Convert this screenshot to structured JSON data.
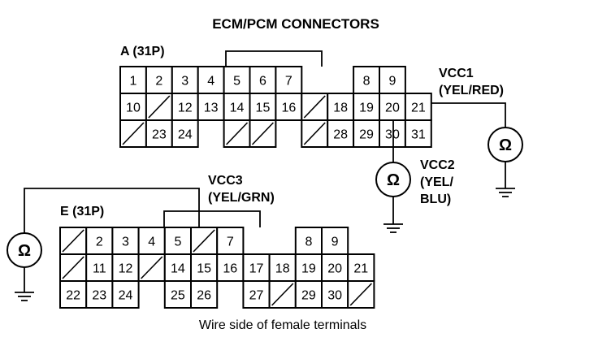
{
  "title": "ECM/PCM CONNECTORS",
  "caption": "Wire side of female terminals",
  "connector_a": {
    "label": "A (31P)",
    "rows": [
      [
        "1",
        "2",
        "3",
        "4",
        "5",
        "6",
        "7",
        "",
        "",
        "8",
        "9"
      ],
      [
        "10",
        "/",
        "12",
        "13",
        "14",
        "15",
        "16",
        "/",
        "18",
        "19",
        "20",
        "21"
      ],
      [
        "/",
        "23",
        "24",
        "",
        "/",
        "/",
        "",
        "/",
        "28",
        "29",
        "30",
        "31"
      ]
    ]
  },
  "connector_e": {
    "label": "E (31P)",
    "rows": [
      [
        "/",
        "2",
        "3",
        "4",
        "5",
        "/",
        "7",
        "",
        "8",
        "9"
      ],
      [
        "/",
        "11",
        "12",
        "/",
        "14",
        "15",
        "16",
        "17",
        "18",
        "19",
        "20",
        "21"
      ],
      [
        "22",
        "23",
        "24",
        "",
        "25",
        "26",
        "",
        "27",
        "/",
        "29",
        "30",
        "/"
      ]
    ]
  },
  "meters": {
    "vcc1": {
      "label": "VCC1",
      "color": "(YEL/RED)",
      "symbol": "Ω"
    },
    "vcc2": {
      "label_line1": "VCC2",
      "label_line2": "(YEL/",
      "label_line3": "BLU)",
      "symbol": "Ω"
    },
    "vcc3": {
      "label": "VCC3",
      "color": "(YEL/GRN)",
      "symbol": "Ω"
    }
  }
}
